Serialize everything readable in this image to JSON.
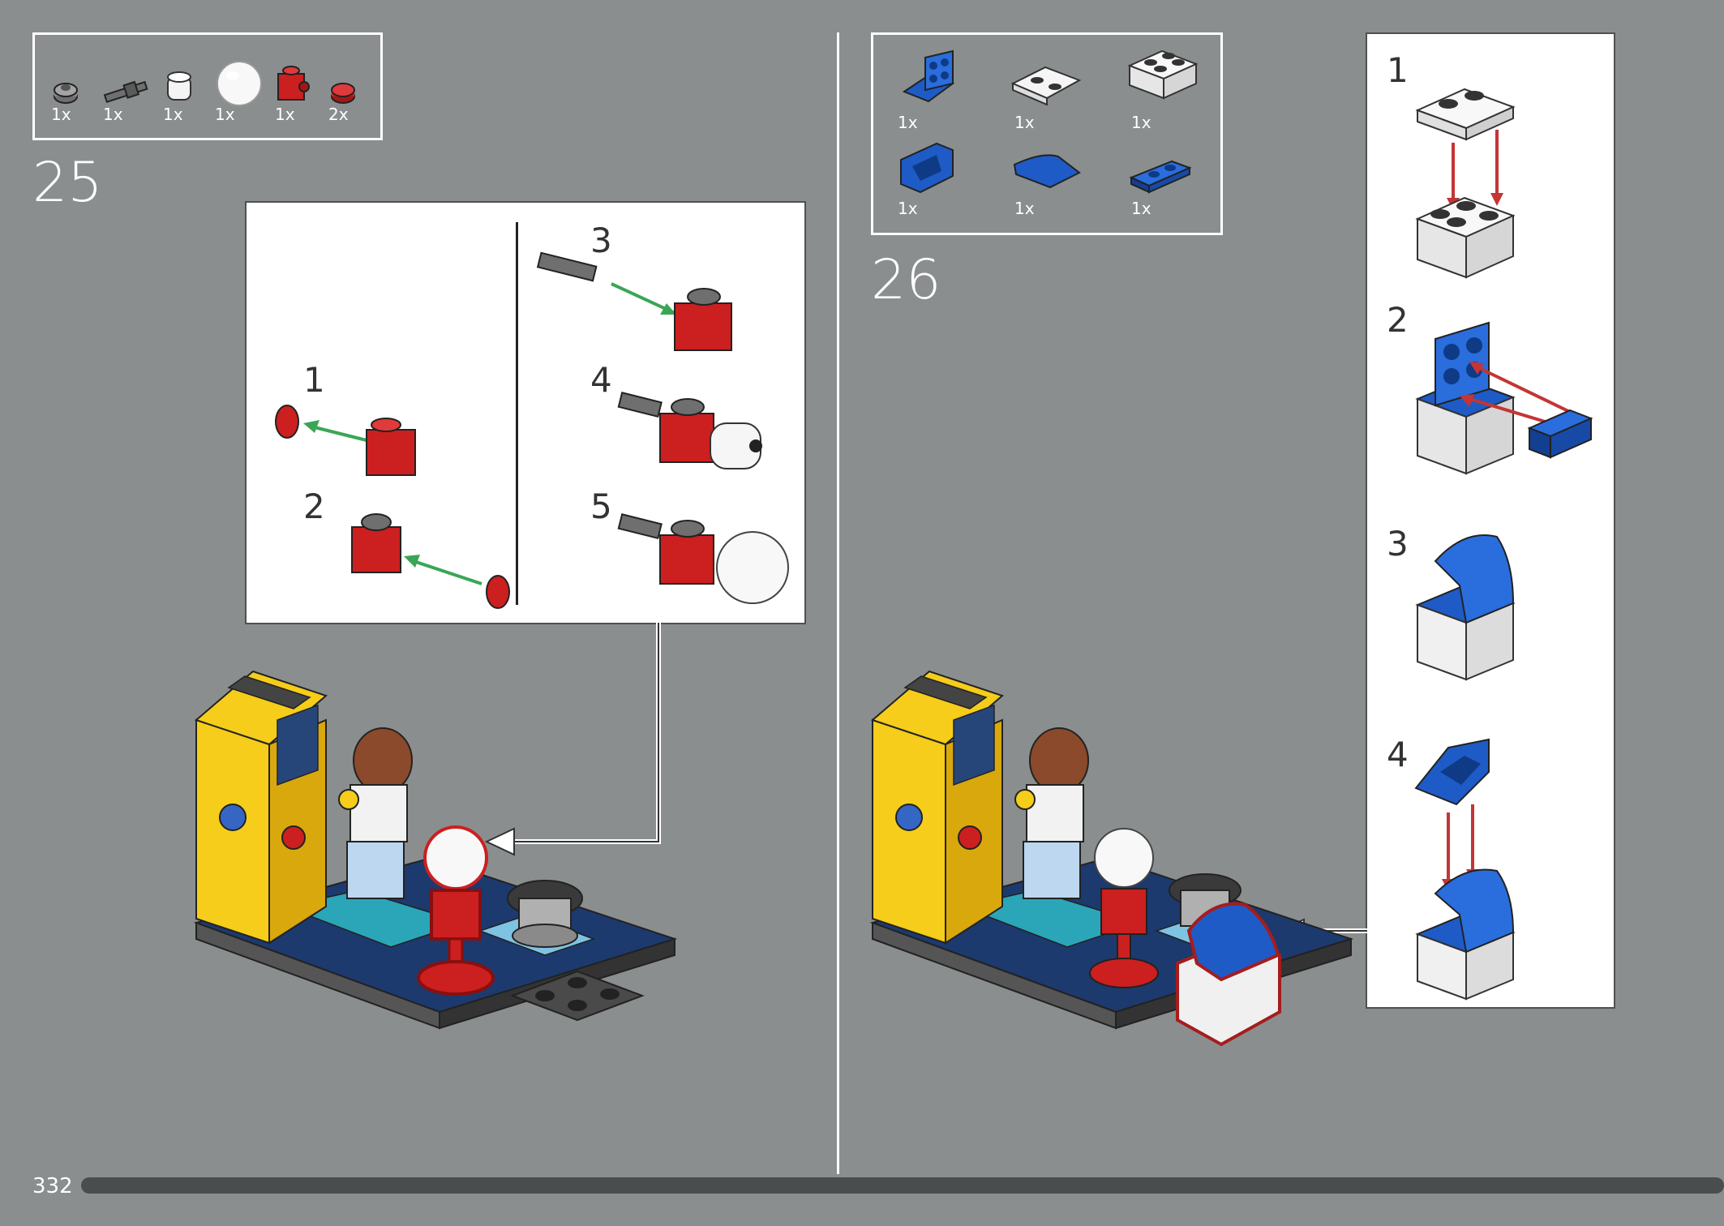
{
  "page": {
    "number": "332"
  },
  "step25": {
    "number": "25",
    "parts": [
      {
        "qty": "1x",
        "icon": "gray-round-plate-icon"
      },
      {
        "qty": "1x",
        "icon": "gray-bar-holder-icon"
      },
      {
        "qty": "1x",
        "icon": "trans-clear-round-brick-icon"
      },
      {
        "qty": "1x",
        "icon": "trans-clear-dome-icon"
      },
      {
        "qty": "1x",
        "icon": "red-brick-studs-on-side-icon"
      },
      {
        "qty": "2x",
        "icon": "red-round-plate-icon"
      }
    ],
    "substeps": [
      "1",
      "2",
      "3",
      "4",
      "5"
    ]
  },
  "step26": {
    "number": "26",
    "parts": [
      {
        "qty": "1x",
        "icon": "blue-bracket-plate-icon"
      },
      {
        "qty": "1x",
        "icon": "white-tile-2x2-icon"
      },
      {
        "qty": "1x",
        "icon": "white-brick-2x2-icon"
      },
      {
        "qty": "1x",
        "icon": "blue-slope-seat-icon"
      },
      {
        "qty": "1x",
        "icon": "blue-curved-slope-icon"
      },
      {
        "qty": "1x",
        "icon": "blue-plate-1x2-icon"
      }
    ],
    "substeps": [
      "1",
      "2",
      "3",
      "4"
    ]
  },
  "colors": {
    "background": "#8a8e8f",
    "lego_red": "#cc1f1f",
    "lego_blue": "#1e5bc6",
    "lego_yellow": "#f5cd1a",
    "lego_dark_blue": "#1c3a6e",
    "lego_teal": "#2aa6b8",
    "arrow_green": "#3aa655",
    "arrow_red": "#c43535"
  }
}
